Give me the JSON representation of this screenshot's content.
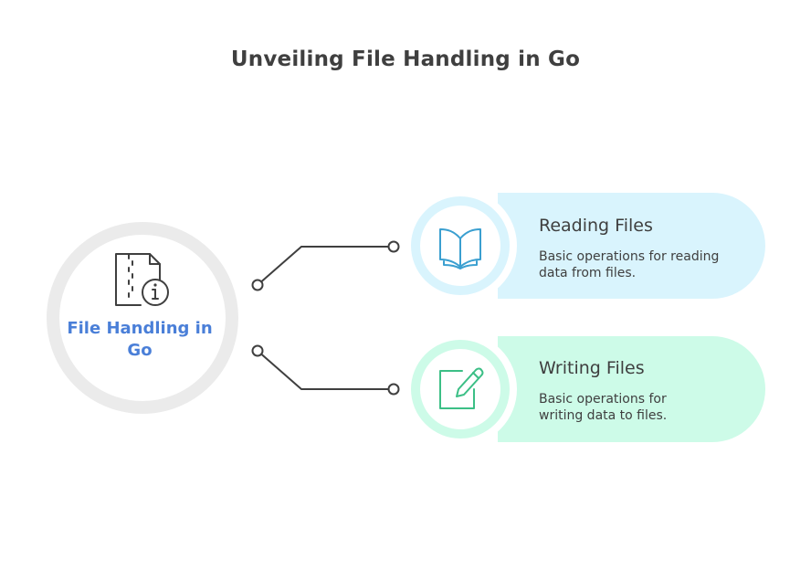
{
  "title": "Unveiling File Handling in Go",
  "hub": {
    "label": "File Handling in Go",
    "icon": "zip-file-info-icon",
    "ring_color": "#ebebeb",
    "label_color": "#4a7fd8"
  },
  "branches": [
    {
      "title": "Reading Files",
      "description": "Basic operations for reading data from files.",
      "icon": "open-book-icon",
      "fill_color": "#d9f4fd",
      "icon_color": "#3a9fd0"
    },
    {
      "title": "Writing Files",
      "description": "Basic operations for writing data to files.",
      "icon": "pencil-square-icon",
      "fill_color": "#cdfbe8",
      "icon_color": "#3cbf86"
    }
  ]
}
